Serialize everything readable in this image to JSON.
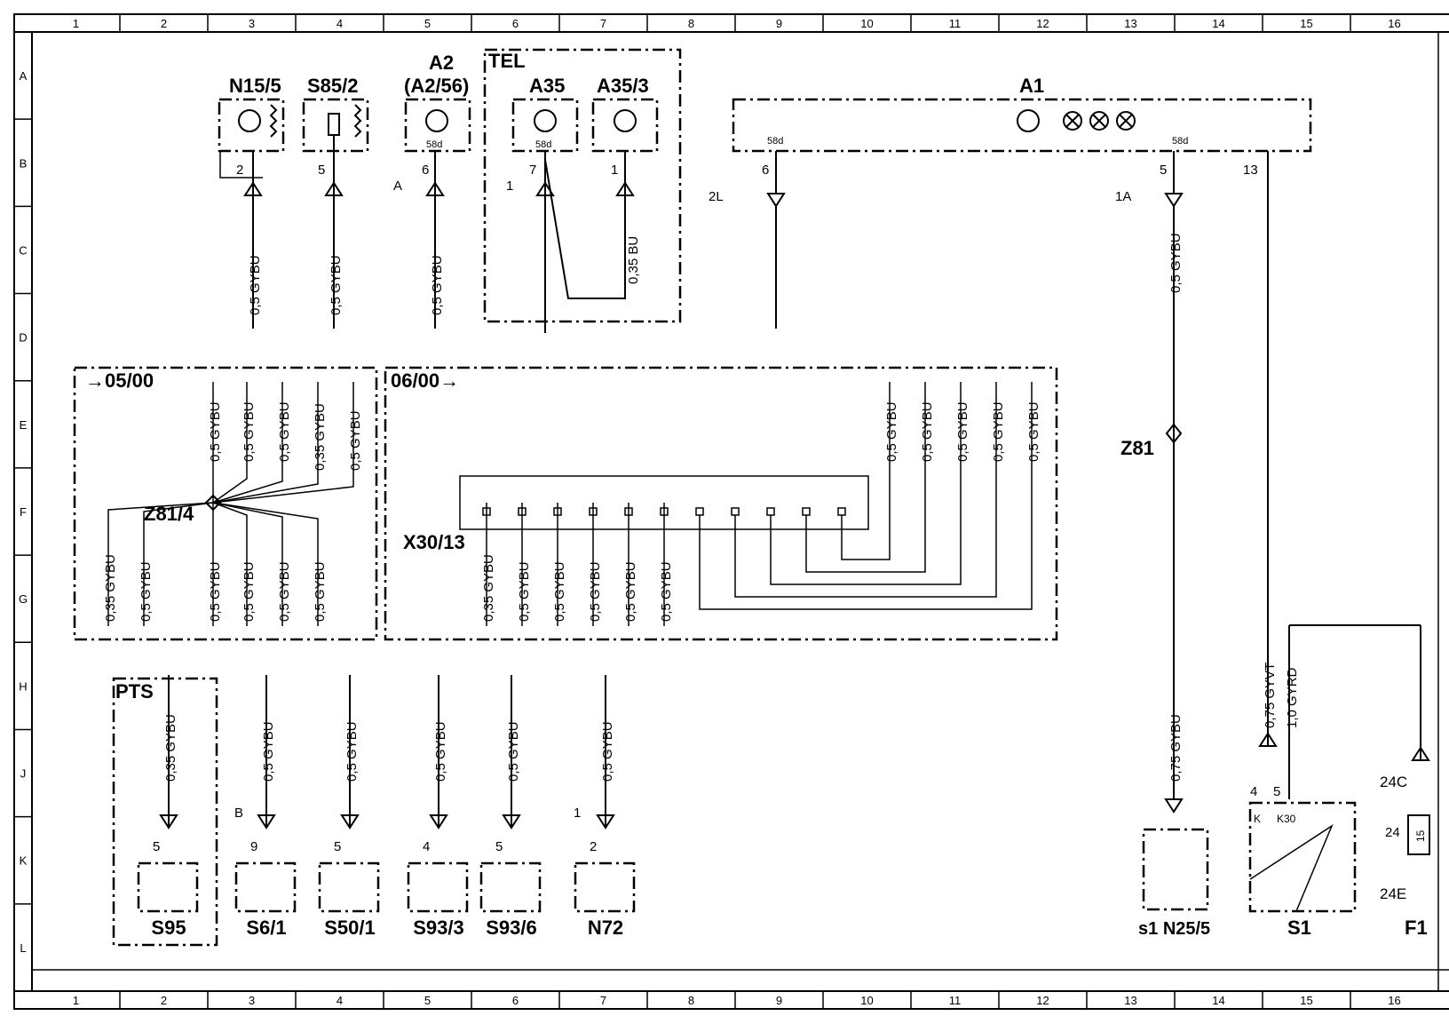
{
  "grid": {
    "columns": [
      "1",
      "2",
      "3",
      "4",
      "5",
      "6",
      "7",
      "8",
      "9",
      "10",
      "11",
      "12",
      "13",
      "14",
      "15",
      "16"
    ],
    "rows": [
      "A",
      "B",
      "C",
      "D",
      "E",
      "F",
      "G",
      "H",
      "J",
      "K",
      "L"
    ]
  },
  "components": {
    "n15_5": "N15/5",
    "s85_2": "S85/2",
    "a2": "A2",
    "a2_alt": "(A2/56)",
    "tel": "TEL",
    "a35": "A35",
    "a35_3": "A35/3",
    "a1": "A1",
    "z81": "Z81",
    "z81_4": "Z81/4",
    "x30_13": "X30/13",
    "pts": "PTS",
    "s95": "S95",
    "s6_1": "S6/1",
    "s50_1": "S50/1",
    "s93_3": "S93/3",
    "s93_6": "S93/6",
    "n72": "N72",
    "n25_5": "N25/5",
    "s1_label": "s1",
    "s1": "S1",
    "f1": "F1"
  },
  "sections": {
    "left": "05/00",
    "right": "06/00"
  },
  "pins": {
    "p2": "2",
    "p5": "5",
    "p6": "6",
    "p7": "7",
    "p1": "1",
    "p9": "9",
    "p4": "4",
    "p13": "13",
    "p58d": "58d",
    "p24": "24",
    "p15": "15",
    "a1_pin6": "6",
    "a1_pin5": "5",
    "s1_k": "K",
    "s1_k30": "K30",
    "s1_pin4": "4",
    "s1_pin5": "5"
  },
  "refs": {
    "a": "A",
    "b": "B",
    "one": "1",
    "two_l": "2L",
    "one_a": "1A",
    "f24c": "24C",
    "f24e": "24E"
  },
  "wires": {
    "w05gybu": "0,5 GYBU",
    "w035bu": "0,35 BU",
    "w035gybu": "0,35 GYBU",
    "w075gybu": "0,75 GYBU",
    "w075gyvt": "0,75 GYVT",
    "w10gyrd": "1,0 GYRD"
  }
}
